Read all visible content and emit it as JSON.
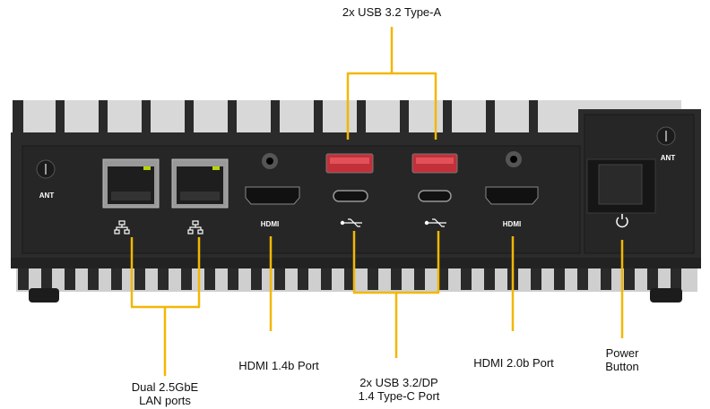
{
  "diagram": {
    "title": "Rear I/O panel",
    "accent_color": "#f2b705",
    "panel_markings": {
      "ant_left": "ANT",
      "ant_right": "ANT",
      "hdmi_left": "HDMI",
      "hdmi_right": "HDMI"
    },
    "callouts": {
      "usb_a": "2x USB 3.2 Type-A",
      "lan": "Dual 2.5GbE\nLAN ports",
      "hdmi_14": "HDMI  1.4b Port",
      "usb_c": "2x USB 3.2/DP\n1.4 Type-C Port",
      "hdmi_20": "HDMI  2.0b Port",
      "power": "Power\nButton"
    },
    "icons": [
      "network-icon",
      "usb-icon",
      "power-icon",
      "antenna-connector-icon"
    ]
  }
}
